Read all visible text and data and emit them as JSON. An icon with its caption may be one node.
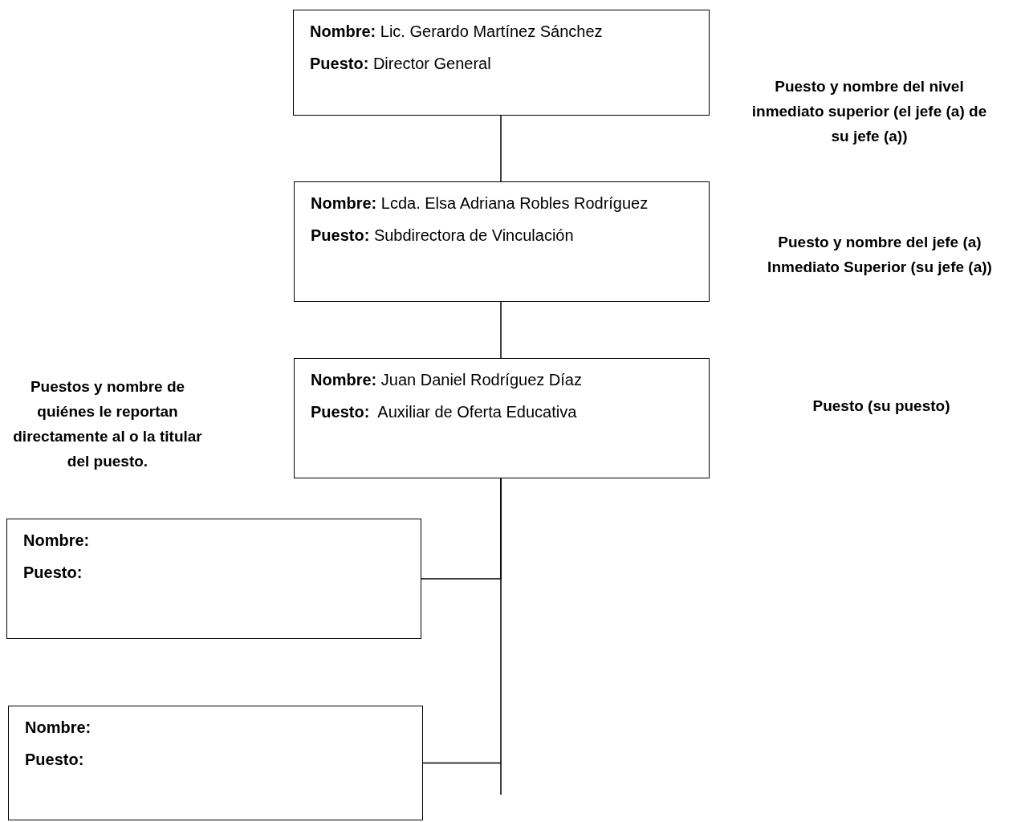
{
  "diagram": {
    "nodes": [
      {
        "text": [
          "**Nombre:** Lic. Gerardo Martínez Sánchez",
          "**Puesto:** Director General"
        ]
      },
      {
        "text": [
          "**Nombre:** Lcda. Elsa Adriana Robles Rodríguez",
          "**Puesto:** Subdirectora de Vinculación"
        ]
      },
      {
        "text": [
          "**Nombre:** Juan Daniel Rodríguez Díaz",
          "**Puesto:**  Auxiliar de Oferta Educativa"
        ]
      },
      {
        "text": [
          "Nombre:",
          "Puesto:"
        ]
      },
      {
        "text": [
          "Nombre:",
          "Puesto:"
        ]
      }
    ],
    "edges": [
      {
        "from": 0,
        "to": 1,
        "arrow": "none"
      },
      {
        "from": 1,
        "to": 2,
        "arrow": "none"
      },
      {
        "from": 2,
        "to": 3,
        "arrow": "none"
      },
      {
        "from": 2,
        "to": 4,
        "arrow": "none"
      }
    ],
    "labels": [
      "Puesto y nombre del nivel inmediato superior (el jefe (a) de su jefe (a))",
      "Puesto y nombre del jefe (a) Inmediato Superior (su jefe (a))",
      "Puestos y nombre de quiénes le reportan directamente al o la titular del puesto.",
      "Puesto (su puesto)"
    ]
  }
}
